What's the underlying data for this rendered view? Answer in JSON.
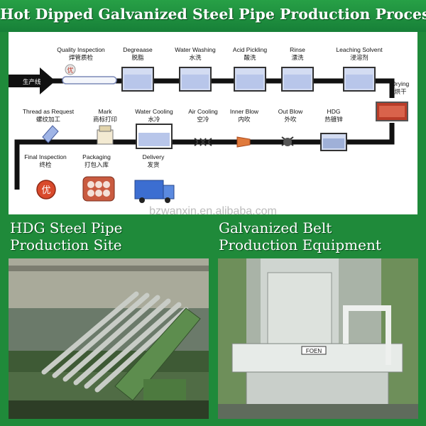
{
  "title": "Hot Dipped Galvanized Steel Pipe Production Process",
  "diagram": {
    "start_marker": "生产线",
    "steps_top": [
      {
        "en": "Quality Inspection",
        "zh": "焊管质检",
        "icon": "quality-seal-icon",
        "icon_text": "优"
      },
      {
        "en": "Degreaase",
        "zh": "脱脂",
        "icon": "tank-icon"
      },
      {
        "en": "Water Washing",
        "zh": "水洗",
        "icon": "tank-icon"
      },
      {
        "en": "Acid Pickling",
        "zh": "酸洗",
        "icon": "tank-icon"
      },
      {
        "en": "Rinse",
        "zh": "漂洗",
        "icon": "tank-icon"
      },
      {
        "en": "Leaching Solvent",
        "zh": "浸溶剂",
        "icon": "tank-icon"
      }
    ],
    "drying": {
      "en": "Drying",
      "zh": "烘干",
      "icon": "oven-icon"
    },
    "steps_middle": [
      {
        "en": "Thread as Request",
        "zh": "螺纹加工",
        "icon": "thread-icon"
      },
      {
        "en": "Mark",
        "zh": "商标打印",
        "icon": "stamp-icon"
      },
      {
        "en": "Water Cooling",
        "zh": "水冷",
        "icon": "water-tank-icon"
      },
      {
        "en": "Air Cooling",
        "zh": "空冷",
        "icon": "fan-icon"
      },
      {
        "en": "Inner Blow",
        "zh": "内吹",
        "icon": "nozzle-icon"
      },
      {
        "en": "Out Blow",
        "zh": "外吹",
        "icon": "blower-icon"
      },
      {
        "en": "HDG",
        "zh": "热镀锌",
        "icon": "zinc-bath-icon"
      }
    ],
    "steps_bottom": [
      {
        "en": "Final Inspection",
        "zh": "终检",
        "icon": "quality-seal-icon",
        "icon_text": "优"
      },
      {
        "en": "Packaging",
        "zh": "打包入库",
        "icon": "pipe-bundle-icon"
      },
      {
        "en": "Delivery",
        "zh": "发货",
        "icon": "truck-icon"
      }
    ],
    "watermark": "bzwanxin.en.alibaba.com",
    "colors": {
      "flow_line": "#111111",
      "tank_fill": "#c9d4ef",
      "oven_fill": "#c0432b",
      "seal_fill": "#d94a2c",
      "truck_fill": "#3c6ed1"
    }
  },
  "sections": {
    "left_title": [
      "HDG Steel Pipe",
      "Production Site"
    ],
    "right_title": [
      "Galvanized Belt",
      "Production Equipment"
    ],
    "equipment_sign": "FOEN"
  },
  "colors": {
    "banner": "#1f8a3a",
    "text": "#ffffff"
  }
}
